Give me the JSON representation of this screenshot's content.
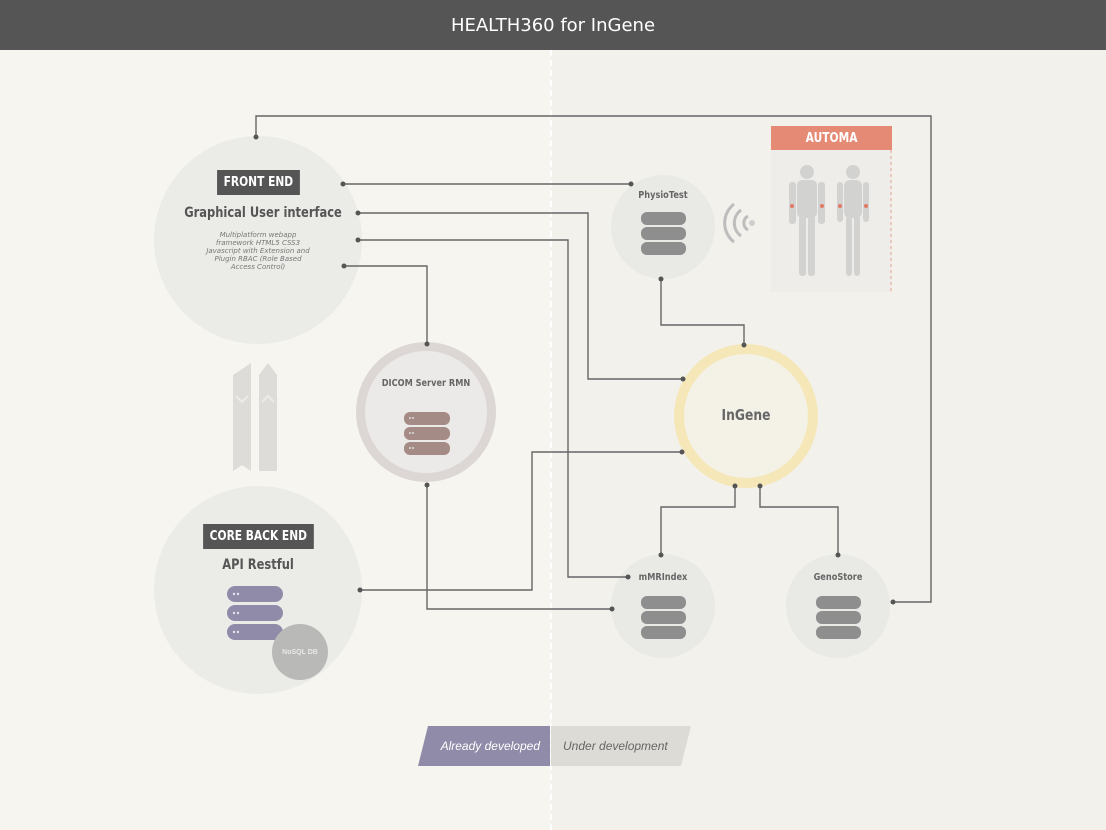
{
  "header": {
    "title": "HEALTH360 for InGene"
  },
  "nodes": {
    "front_end": {
      "tag": "FRONT END",
      "title": "Graphical User interface",
      "description": "Multiplatform webapp framework HTML5 CSS3 Javascript with Extension and Plugin RBAC (Role Based Access Control)"
    },
    "core_back_end": {
      "tag": "CORE BACK END",
      "title": "API Restful",
      "badge": "NoSQL DB"
    },
    "dicom": {
      "title": "DICOM Server RMN"
    },
    "physiotest": {
      "title": "PhysioTest"
    },
    "ingene": {
      "title": "InGene"
    },
    "mmrindex": {
      "title": "mMRIndex"
    },
    "genostore": {
      "title": "GenoStore"
    },
    "automa": {
      "label": "AUTOMA"
    }
  },
  "legend": {
    "developed": "Already developed",
    "under_development": "Under development"
  },
  "colors": {
    "header_bg": "#555555",
    "automa": "#e58a75",
    "ingene_ring": "#f5e7b8",
    "developed": "#8f8ba8",
    "under_development": "#dcdbd5",
    "dicom_db": "#a58b86",
    "backend_db": "#8f8ba8"
  }
}
